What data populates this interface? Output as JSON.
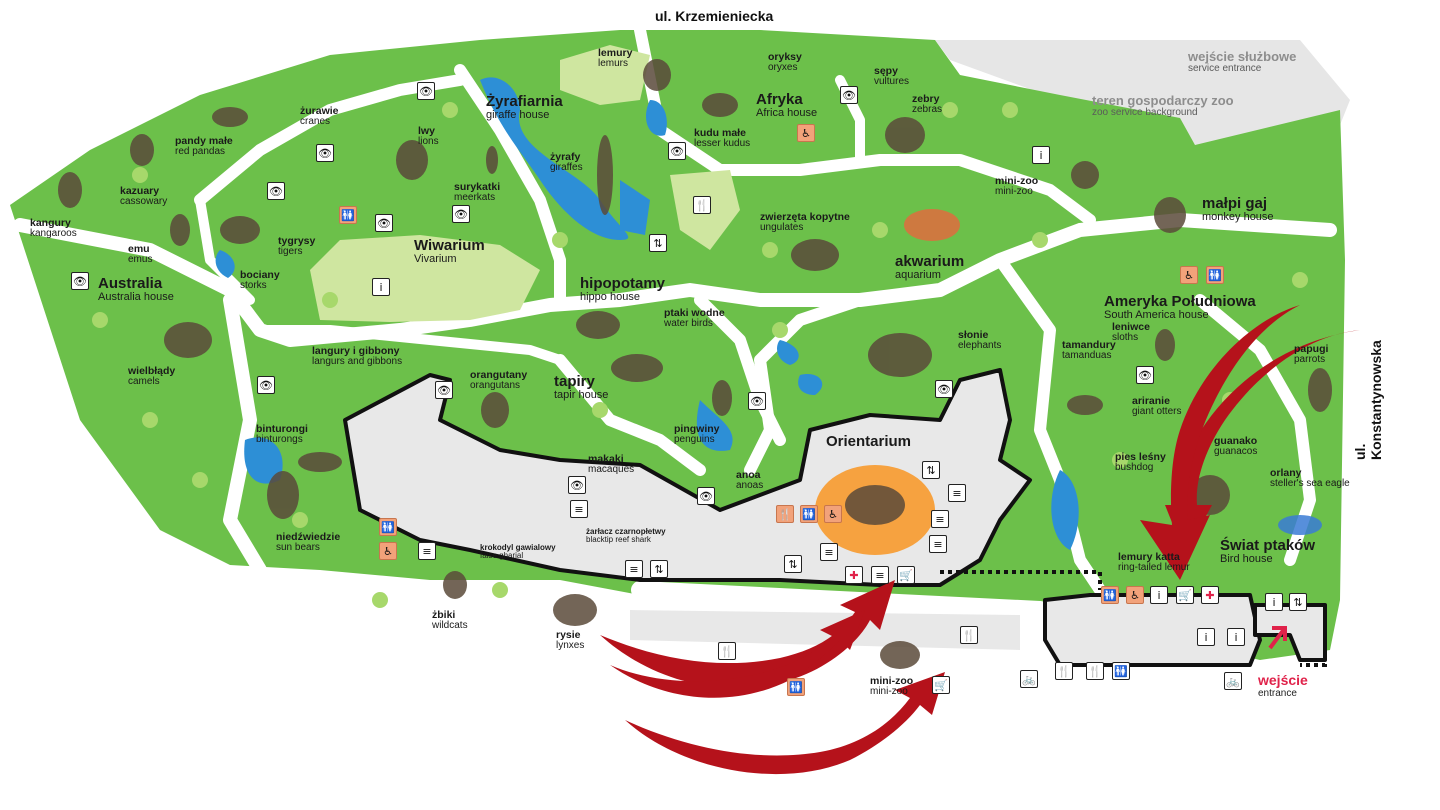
{
  "streets": {
    "north": "ul. Krzemieniecka",
    "east": "ul. Konstantynowska"
  },
  "entrance": {
    "pl": "wejście",
    "en": "entrance"
  },
  "areas": [
    {
      "id": "lemury",
      "pl": "lemury",
      "en": "lemurs"
    },
    {
      "id": "oryksy",
      "pl": "oryksy",
      "en": "oryxes"
    },
    {
      "id": "sepy",
      "pl": "sępy",
      "en": "vultures"
    },
    {
      "id": "zyrafiarnia",
      "pl": "Żyrafiarnia",
      "en": "giraffe house"
    },
    {
      "id": "afryka",
      "pl": "Afryka",
      "en": "Africa house"
    },
    {
      "id": "zebry",
      "pl": "zebry",
      "en": "zebras"
    },
    {
      "id": "pandy",
      "pl": "pandy małe",
      "en": "red pandas"
    },
    {
      "id": "zurawie",
      "pl": "żurawie",
      "en": "cranes"
    },
    {
      "id": "lwy",
      "pl": "lwy",
      "en": "lions"
    },
    {
      "id": "kudu",
      "pl": "kudu małe",
      "en": "lesser kudus"
    },
    {
      "id": "zyrafy",
      "pl": "żyrafy",
      "en": "giraffes"
    },
    {
      "id": "surykatki",
      "pl": "surykatki",
      "en": "meerkats"
    },
    {
      "id": "kazuary",
      "pl": "kazuary",
      "en": "cassowary"
    },
    {
      "id": "kangury",
      "pl": "kangury",
      "en": "kangaroos"
    },
    {
      "id": "emu",
      "pl": "emu",
      "en": "emus"
    },
    {
      "id": "tygrysy",
      "pl": "tygrysy",
      "en": "tigers"
    },
    {
      "id": "wiwarium",
      "pl": "Wiwarium",
      "en": "Vivarium"
    },
    {
      "id": "bociany",
      "pl": "bociany",
      "en": "storks"
    },
    {
      "id": "australia",
      "pl": "Australia",
      "en": "Australia house"
    },
    {
      "id": "zwierzeta",
      "pl": "zwierzęta kopytne",
      "en": "ungulates"
    },
    {
      "id": "akwarium",
      "pl": "akwarium",
      "en": "aquarium"
    },
    {
      "id": "minizoo1",
      "pl": "mini-zoo",
      "en": "mini-zoo"
    },
    {
      "id": "malpigaj",
      "pl": "małpi gaj",
      "en": "monkey house"
    },
    {
      "id": "hipopotamy",
      "pl": "hipopotamy",
      "en": "hippo house"
    },
    {
      "id": "ptakiwodne",
      "pl": "ptaki wodne",
      "en": "water birds"
    },
    {
      "id": "wielblady",
      "pl": "wielbłądy",
      "en": "camels"
    },
    {
      "id": "langury",
      "pl": "langury i gibbony",
      "en": "langurs and gibbons"
    },
    {
      "id": "orangutany",
      "pl": "orangutany",
      "en": "orangutans"
    },
    {
      "id": "tapiry",
      "pl": "tapiry",
      "en": "tapir house"
    },
    {
      "id": "slonie",
      "pl": "słonie",
      "en": "elephants"
    },
    {
      "id": "ameryka",
      "pl": "Ameryka Południowa",
      "en": "South America house"
    },
    {
      "id": "tamandury",
      "pl": "tamandury",
      "en": "tamanduas"
    },
    {
      "id": "leniwce",
      "pl": "leniwce",
      "en": "sloths"
    },
    {
      "id": "papugi",
      "pl": "papugi",
      "en": "parrots"
    },
    {
      "id": "binturongi",
      "pl": "binturongi",
      "en": "binturongs"
    },
    {
      "id": "pingwiny",
      "pl": "pingwiny",
      "en": "penguins"
    },
    {
      "id": "orientarium",
      "pl": "Orientarium",
      "en": ""
    },
    {
      "id": "ariranie",
      "pl": "ariranie",
      "en": "giant otters"
    },
    {
      "id": "makaki",
      "pl": "makaki",
      "en": "macaques"
    },
    {
      "id": "anoa",
      "pl": "anoa",
      "en": "anoas"
    },
    {
      "id": "piesl",
      "pl": "pies leśny",
      "en": "bushdog"
    },
    {
      "id": "guanako",
      "pl": "guanako",
      "en": "guanacos"
    },
    {
      "id": "orlany",
      "pl": "orlany",
      "en": "steller's sea eagle"
    },
    {
      "id": "niedzwiedzie",
      "pl": "niedźwiedzie",
      "en": "sun bears"
    },
    {
      "id": "zarlacz",
      "pl": "żarłacz czarnopłetwy",
      "en": "blacktip reef shark"
    },
    {
      "id": "krokodyl",
      "pl": "krokodyl gawialowy",
      "en": "false gharial"
    },
    {
      "id": "lemuryk",
      "pl": "lemury katta",
      "en": "ring-tailed lemur"
    },
    {
      "id": "swiatptakow",
      "pl": "Świat ptaków",
      "en": "Bird house"
    },
    {
      "id": "zbiki",
      "pl": "żbiki",
      "en": "wildcats"
    },
    {
      "id": "rysie",
      "pl": "rysie",
      "en": "lynxes"
    },
    {
      "id": "minizoo2",
      "pl": "mini-zoo",
      "en": "mini-zoo"
    },
    {
      "id": "tereng",
      "pl": "teren gospodarczy zoo",
      "en": "zoo service background"
    },
    {
      "id": "wejsciesl",
      "pl": "wejście służbowe",
      "en": "service entrance"
    }
  ],
  "icons": {
    "view": "👁",
    "toilet": "🚻",
    "restaurant": "🍴",
    "accessible": "♿",
    "stairs": "≡",
    "elevator": "⇅",
    "firstaid": "✚",
    "cart": "🛒",
    "info": "i",
    "bike": "🚲"
  },
  "colors": {
    "grass": "#6cc04a",
    "grassLight": "#cfe6a0",
    "path": "#ffffff",
    "building": "#e8e8e8",
    "water": "#2d8fd6",
    "arrow": "#b5121b",
    "entrance": "#e0224a",
    "service": "#e6e6e6"
  }
}
